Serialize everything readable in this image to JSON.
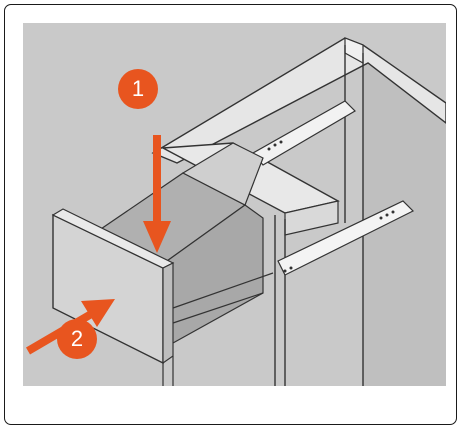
{
  "steps": [
    {
      "number": "1",
      "action": "press-down",
      "color": "#e8551f"
    },
    {
      "number": "2",
      "action": "push-in",
      "color": "#e8551f"
    }
  ],
  "colors": {
    "frame_border": "#1a1a1a",
    "background_gray": "#c9c9c9",
    "cabinet_light": "#e6e6e6",
    "drawer_front": "#d4d4d4",
    "line": "#333333",
    "accent": "#e8551f"
  }
}
